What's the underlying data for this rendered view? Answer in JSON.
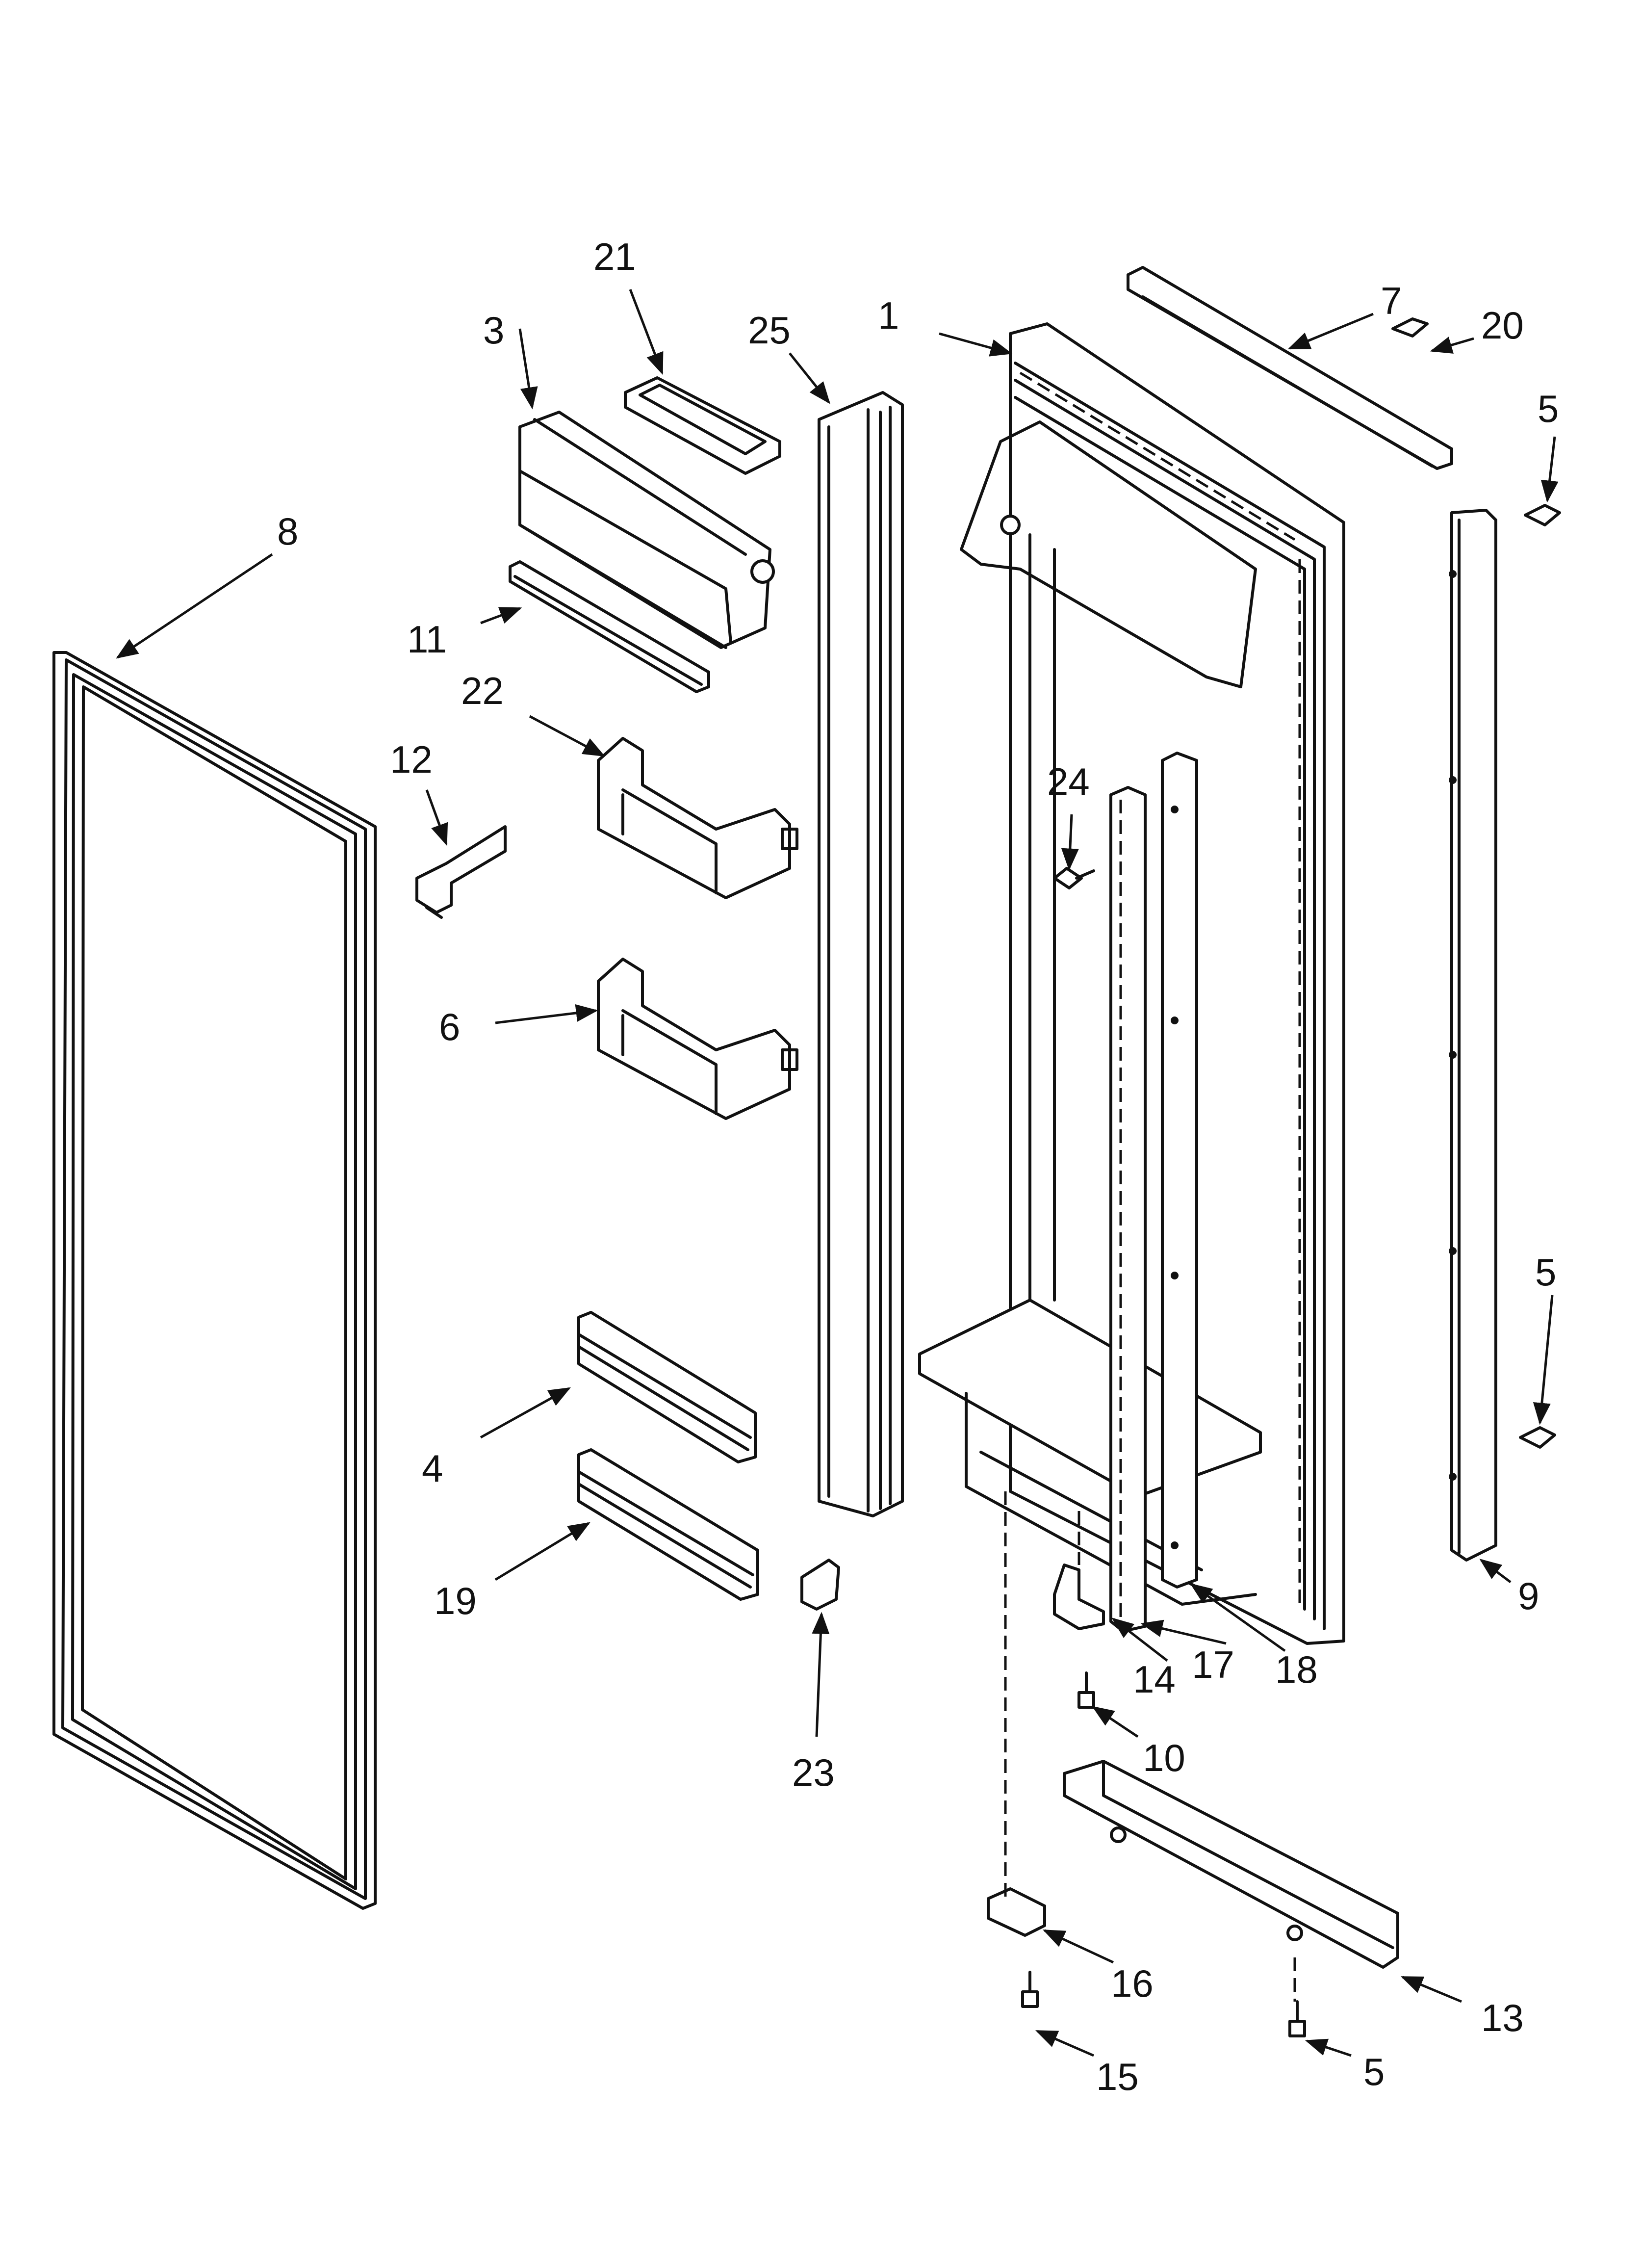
{
  "callouts": {
    "c1": "1",
    "c3": "3",
    "c4": "4",
    "c5a": "5",
    "c5b": "5",
    "c5c": "5",
    "c6": "6",
    "c7": "7",
    "c8": "8",
    "c9": "9",
    "c10": "10",
    "c11": "11",
    "c12": "12",
    "c13": "13",
    "c14": "14",
    "c15": "15",
    "c16": "16",
    "c17": "17",
    "c18": "18",
    "c19": "19",
    "c20": "20",
    "c21": "21",
    "c22": "22",
    "c23": "23",
    "c24": "24",
    "c25": "25"
  },
  "colors": {
    "ink": "#111111",
    "paper": "#ffffff"
  }
}
